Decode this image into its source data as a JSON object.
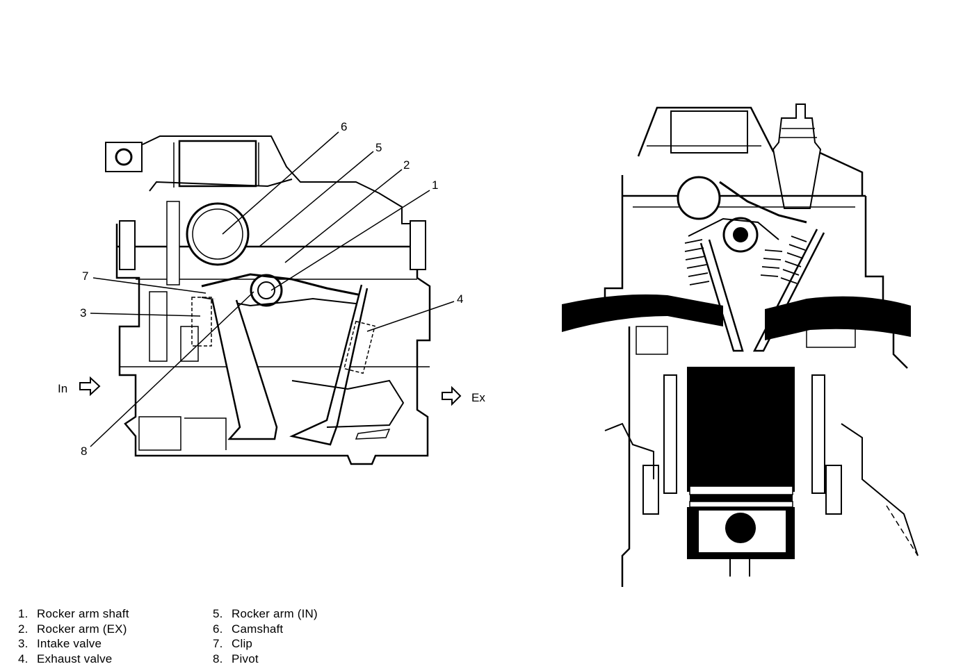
{
  "callouts": [
    {
      "number": "1"
    },
    {
      "number": "2"
    },
    {
      "number": "3"
    },
    {
      "number": "4"
    },
    {
      "number": "5"
    },
    {
      "number": "6"
    },
    {
      "number": "7"
    },
    {
      "number": "8"
    }
  ],
  "flow_labels": {
    "intake": "In",
    "exhaust": "Ex"
  },
  "legend": {
    "left": [
      {
        "num": "1.",
        "label": "Rocker arm shaft"
      },
      {
        "num": "2.",
        "label": "Rocker arm (EX)"
      },
      {
        "num": "3.",
        "label": "Intake valve"
      },
      {
        "num": "4.",
        "label": "Exhaust valve"
      }
    ],
    "right": [
      {
        "num": "5.",
        "label": "Rocker arm (IN)"
      },
      {
        "num": "6.",
        "label": "Camshaft"
      },
      {
        "num": "7.",
        "label": "Clip"
      },
      {
        "num": "8.",
        "label": "Pivot"
      }
    ]
  },
  "colors": {
    "ink": "#000000",
    "paper": "#ffffff"
  }
}
